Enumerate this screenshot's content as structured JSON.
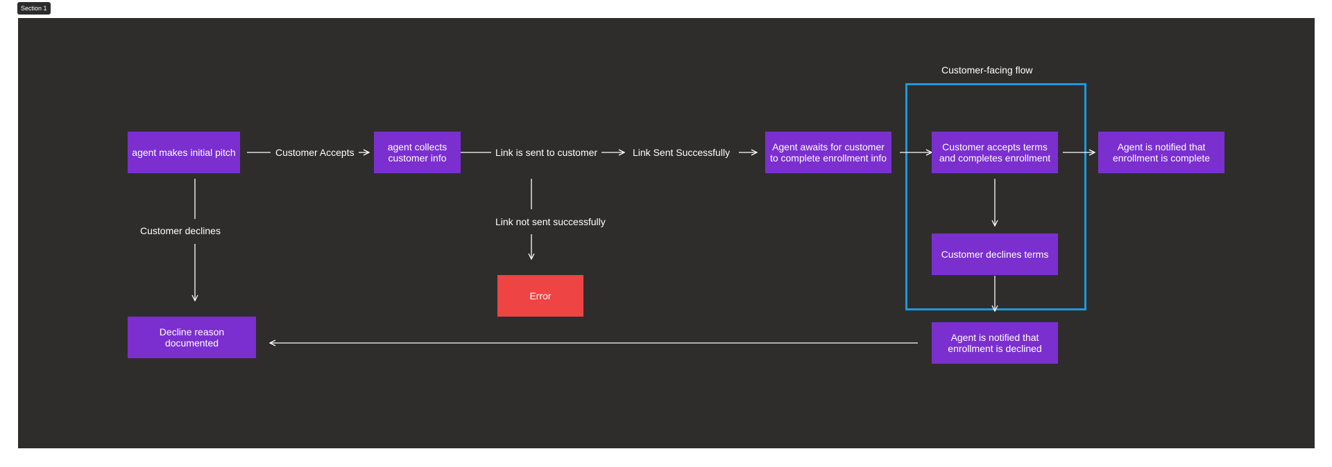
{
  "section_tag": "Section 1",
  "group_title": "Customer-facing flow",
  "nodes": {
    "initial_pitch": "agent makes initial pitch",
    "collects_info": "agent collects\ncustomer info",
    "awaits_customer": "Agent awaits for customer\nto complete enrollment info",
    "accepts_terms": "Customer accepts terms\nand completes enrollment",
    "notified_complete": "Agent is notified that\nenrollment is complete",
    "declines_terms": "Customer declines terms",
    "error": "Error",
    "decline_documented": "Decline reason documented",
    "notified_declined": "Agent is notified that\nenrollment is declined"
  },
  "edge_labels": {
    "customer_accepts": "Customer Accepts",
    "link_sent": "Link is sent to customer",
    "link_sent_successfully": "Link Sent Successfully",
    "customer_declines": "Customer declines",
    "link_not_sent": "Link not sent successfully"
  },
  "colors": {
    "canvas": "#2f2d2c",
    "node_purple": "#7b2fcf",
    "node_error": "#ef4444",
    "group_border": "#1a9ae0",
    "line": "#ffffff"
  }
}
